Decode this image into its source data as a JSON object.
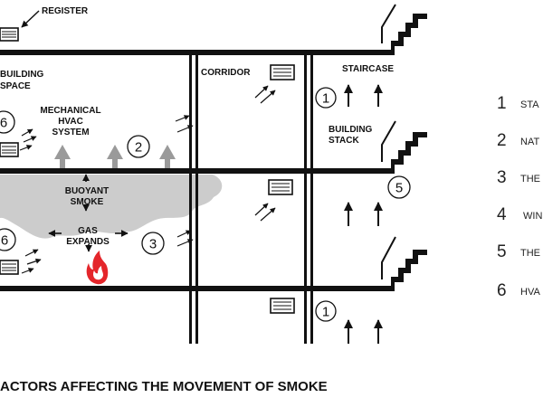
{
  "labels": {
    "register": "REGISTER",
    "building_space_line1": "BUILDING",
    "building_space_line2": "SPACE",
    "corridor": "CORRIDOR",
    "staircase": "STAIRCASE",
    "mechanical_line1": "MECHANICAL",
    "mechanical_line2": "HVAC",
    "mechanical_line3": "SYSTEM",
    "building_stack_line1": "BUILDING",
    "building_stack_line2": "STACK",
    "buoyant_line1": "BUOYANT",
    "buoyant_line2": "SMOKE",
    "gas_line1": "GAS",
    "gas_line2": "EXPANDS"
  },
  "markers": {
    "m1a": "1",
    "m2": "2",
    "m3": "3",
    "m5": "5",
    "m6a": "6",
    "m6b": "6",
    "m1b": "1"
  },
  "legend": [
    {
      "num": "1",
      "text": "STA"
    },
    {
      "num": "2",
      "text": "NAT"
    },
    {
      "num": "3",
      "text": "THE"
    },
    {
      "num": "4",
      "text": "WIN"
    },
    {
      "num": "5",
      "text": "THE"
    },
    {
      "num": "6",
      "text": "HVA"
    }
  ],
  "title": "ACTORS AFFECTING THE MOVEMENT OF SMOKE",
  "colors": {
    "structure": "#111111",
    "smoke": "#cccccc",
    "hvac_arrow": "#9a9a9a",
    "fire": "#e4262b"
  }
}
